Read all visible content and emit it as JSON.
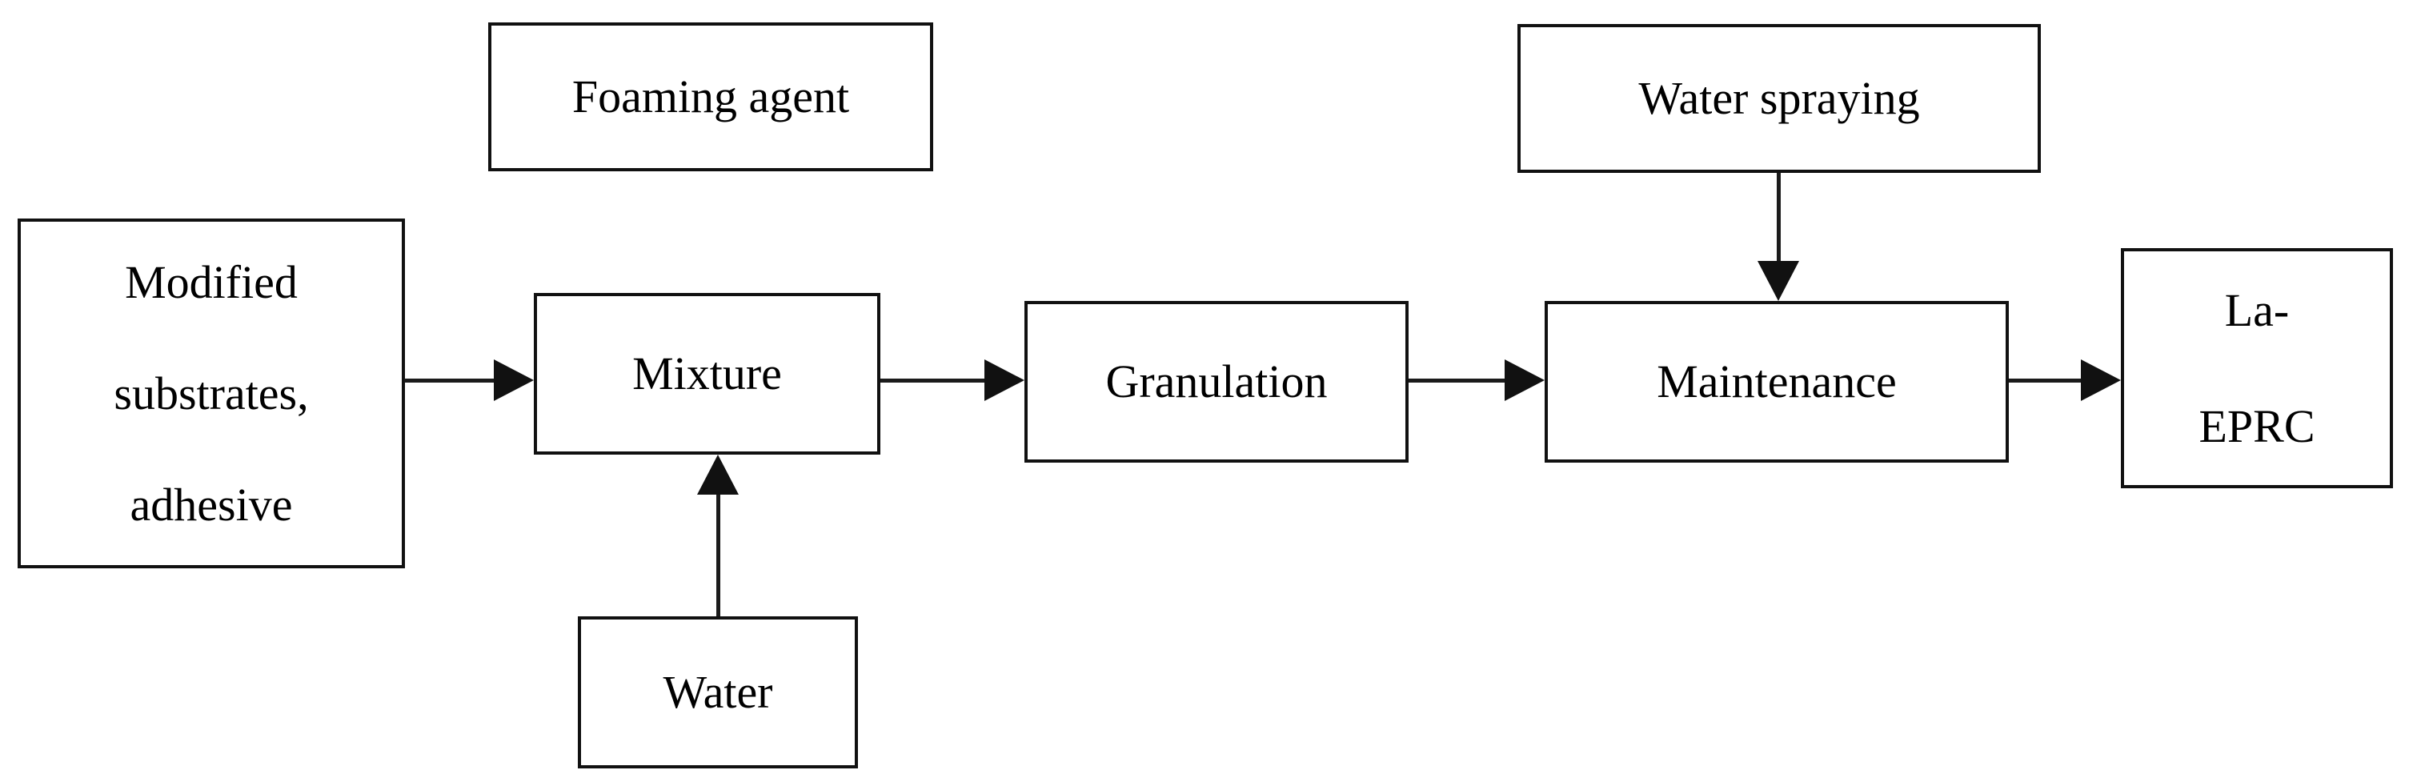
{
  "diagram": {
    "type": "flowchart",
    "background": "#ffffff",
    "colors": {
      "box_border": "#111111",
      "text": "#000000",
      "arrow": "#1b1b1b"
    },
    "nodes": {
      "modified_substrates": {
        "label": "Modified substrates, adhesive"
      },
      "foaming_agent": {
        "label": "Foaming agent"
      },
      "mixture": {
        "label": "Mixture"
      },
      "water": {
        "label": "Water"
      },
      "granulation": {
        "label": "Granulation"
      },
      "water_spraying": {
        "label": "Water spraying"
      },
      "maintenance": {
        "label": "Maintenance"
      },
      "la_eprc": {
        "label": "La-EPRC"
      }
    },
    "edges": [
      {
        "from": "modified_substrates",
        "to": "mixture",
        "direction": "right"
      },
      {
        "from": "water",
        "to": "mixture",
        "direction": "up"
      },
      {
        "from": "mixture",
        "to": "granulation",
        "direction": "right"
      },
      {
        "from": "granulation",
        "to": "maintenance",
        "direction": "right"
      },
      {
        "from": "water_spraying",
        "to": "maintenance",
        "direction": "down"
      },
      {
        "from": "maintenance",
        "to": "la_eprc",
        "direction": "right"
      }
    ]
  }
}
